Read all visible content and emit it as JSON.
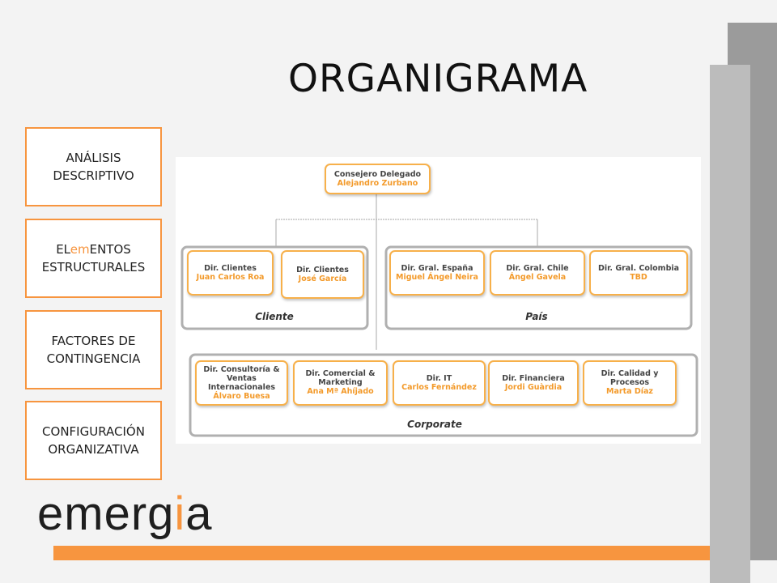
{
  "title": "ORGANIGRAMA",
  "nav": [
    {
      "line1": "ANÁLISIS",
      "line2": "DESCRIPTIVO"
    },
    {
      "line1_pre": "EL",
      "line1_em": "em",
      "line1_post": "ENTOS",
      "line2": "ESTRUCTURALES"
    },
    {
      "line1": "FACTORES DE",
      "line2": "CONTINGENCIA"
    },
    {
      "line1": "CONFIGURACIÓN",
      "line2": "ORGANIZATIVA"
    }
  ],
  "logo": {
    "pre": "emerg",
    "accent": "i",
    "post": "a"
  },
  "org": {
    "ceo": {
      "role": "Consejero Delegado",
      "name": "Alejandro Zurbano"
    },
    "cliente": {
      "label": "Cliente",
      "units": [
        {
          "role": "Dir. Clientes",
          "name": "Juan Carlos Roa"
        },
        {
          "role": "Dir. Clientes",
          "name": "José García"
        }
      ]
    },
    "pais": {
      "label": "País",
      "units": [
        {
          "role": "Dir. Gral. España",
          "name": "Miguel Ángel Neira"
        },
        {
          "role": "Dir. Gral. Chile",
          "name": "Ángel Gavela"
        },
        {
          "role": "Dir. Gral. Colombia",
          "name": "TBD"
        }
      ]
    },
    "corporate": {
      "label": "Corporate",
      "units": [
        {
          "role": "Dir. Consultoría &\nVentas Internacionales",
          "name": "Álvaro Buesa"
        },
        {
          "role": "Dir. Comercial &\nMarketing",
          "name": "Ana Mª Ahíjado"
        },
        {
          "role": "Dir. IT",
          "name": "Carlos Fernández"
        },
        {
          "role": "Dir. Financiera",
          "name": "Jordi Guàrdia"
        },
        {
          "role": "Dir. Calidad y\nProcesos",
          "name": "Marta Díaz"
        }
      ]
    }
  },
  "colors": {
    "accent": "#f7953f",
    "box_border": "#f7b04a",
    "deco_dark": "#9b9b9b",
    "deco_light": "#bcbcbc"
  }
}
